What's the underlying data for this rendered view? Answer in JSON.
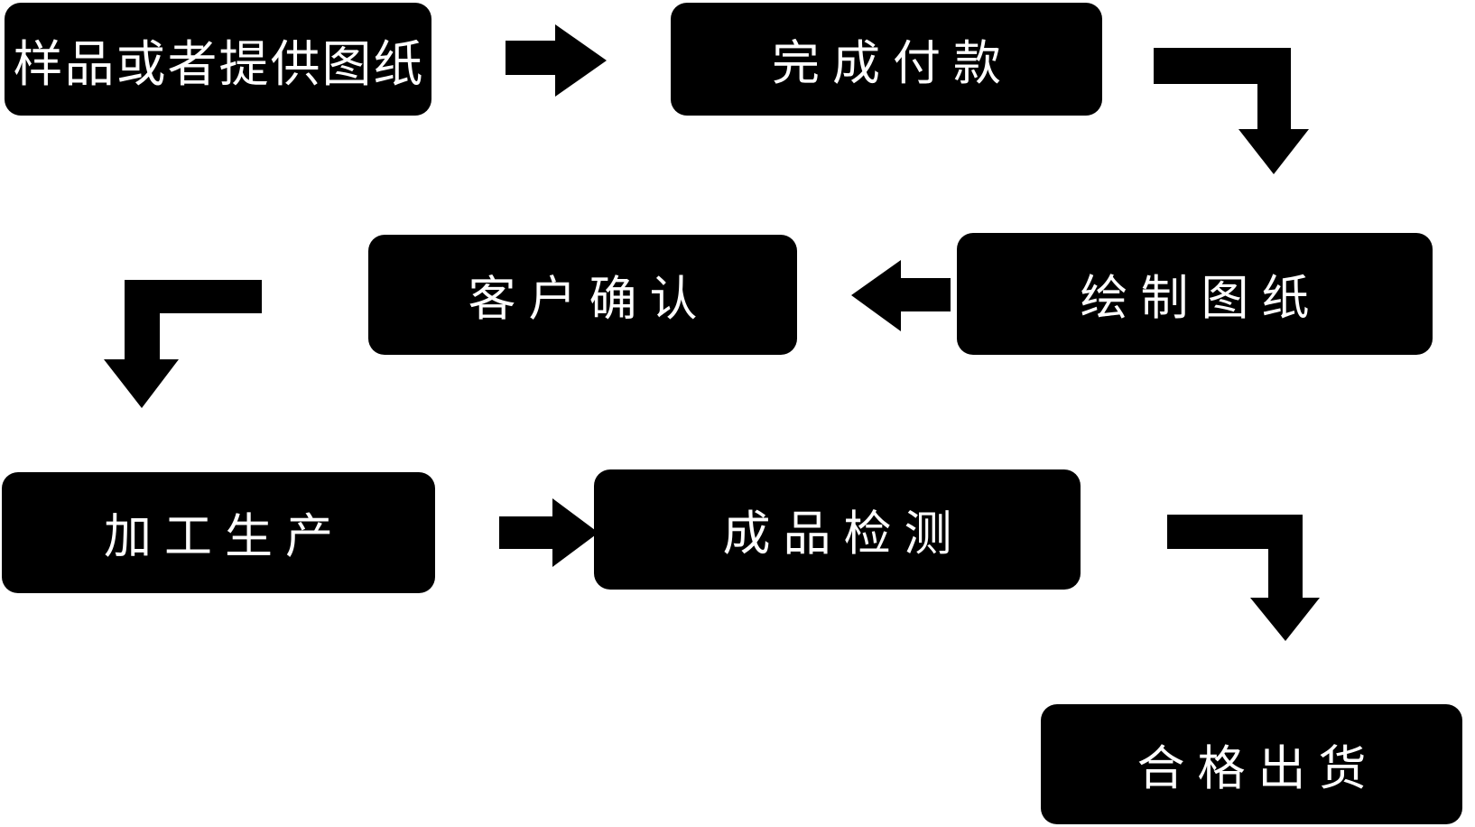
{
  "diagram": {
    "type": "flowchart",
    "background_color": "#ffffff",
    "node_fill_color": "#000000",
    "node_text_color": "#ffffff",
    "arrow_color": "#000000",
    "nodes": [
      {
        "id": "step-1",
        "label": "样品或者提供图纸"
      },
      {
        "id": "step-2",
        "label": "完成付款"
      },
      {
        "id": "step-3",
        "label": "绘制图纸"
      },
      {
        "id": "step-4",
        "label": "客户确认"
      },
      {
        "id": "step-5",
        "label": "加工生产"
      },
      {
        "id": "step-6",
        "label": "成品检测"
      },
      {
        "id": "step-7",
        "label": "合格出货"
      }
    ],
    "arrows": [
      {
        "from": "样品或者提供图纸",
        "to": "完成付款",
        "shape": "straight-right"
      },
      {
        "from": "完成付款",
        "to": "绘制图纸",
        "shape": "elbow-down"
      },
      {
        "from": "绘制图纸",
        "to": "客户确认",
        "shape": "straight-left"
      },
      {
        "from": "客户确认",
        "to": "加工生产",
        "shape": "elbow-down"
      },
      {
        "from": "加工生产",
        "to": "成品检测",
        "shape": "straight-right"
      },
      {
        "from": "成品检测",
        "to": "合格出货",
        "shape": "elbow-down"
      }
    ]
  }
}
